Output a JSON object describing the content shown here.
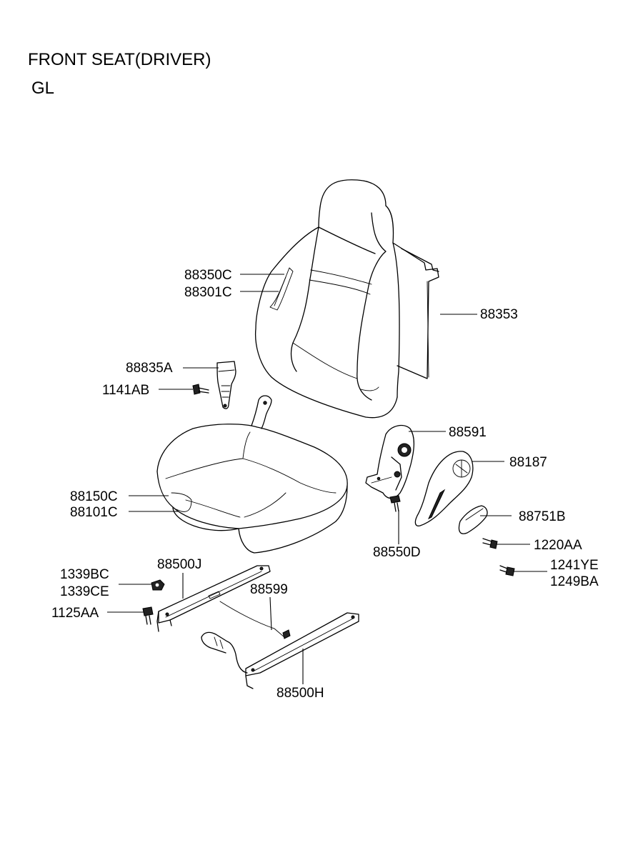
{
  "header": {
    "title": "FRONT SEAT(DRIVER)",
    "variant": "GL"
  },
  "callouts": {
    "p88350C": "88350C",
    "p88301C": "88301C",
    "p88353": "88353",
    "p88835A": "88835A",
    "p1141AB": "1141AB",
    "p88591": "88591",
    "p88187": "88187",
    "p88150C": "88150C",
    "p88101C": "88101C",
    "p88751B": "88751B",
    "p88550D": "88550D",
    "p1220AA": "1220AA",
    "p1241YE": "1241YE",
    "p1249BA": "1249BA",
    "p88500J": "88500J",
    "p1339BC": "1339BC",
    "p1339CE": "1339CE",
    "p88599": "88599",
    "p1125AA": "1125AA",
    "p88500H": "88500H"
  }
}
